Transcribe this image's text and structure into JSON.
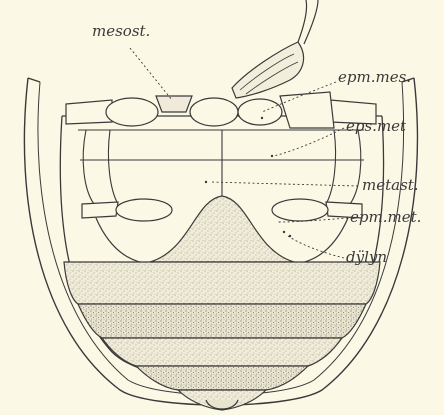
{
  "labels": {
    "mesost": "mesost.",
    "epm_mes": "epm.mes.",
    "eps_met": "eps.met",
    "metast": "metast.",
    "epm_met": "epm.met.",
    "dylyn": "dÿlyn"
  },
  "colors": {
    "paper": "#fbf8e6",
    "ink": "#3a3a3a",
    "stipple": "#8a8a80"
  }
}
